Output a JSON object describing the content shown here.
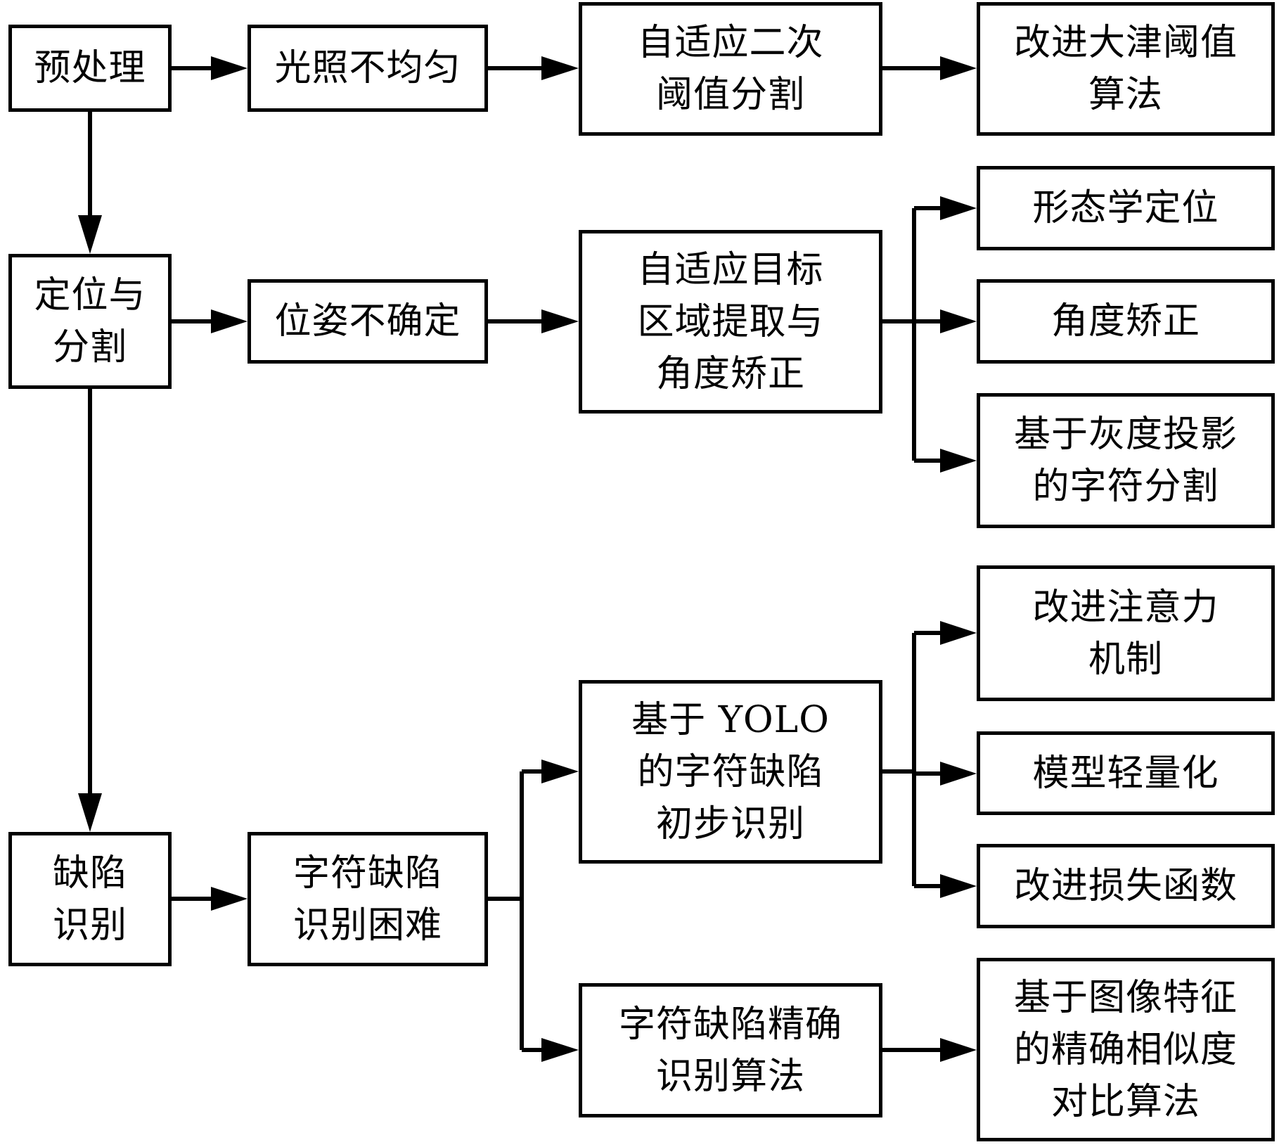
{
  "diagram": {
    "nodes": {
      "preprocess": [
        "预处理"
      ],
      "uneven_light": [
        "光照不均匀"
      ],
      "adaptive_threshold": [
        "自适应二次",
        "阈值分割"
      ],
      "improved_otsu": [
        "改进大津阈值",
        "算法"
      ],
      "locate_segment": [
        "定位与",
        "分割"
      ],
      "pose_uncertain": [
        "位姿不确定"
      ],
      "adaptive_roi": [
        "自适应目标",
        "区域提取与",
        "角度矫正"
      ],
      "morph_locate": [
        "形态学定位"
      ],
      "angle_correct": [
        "角度矫正"
      ],
      "gray_projection": [
        "基于灰度投影",
        "的字符分割"
      ],
      "defect_recog": [
        "缺陷",
        "识别"
      ],
      "defect_difficulty": [
        "字符缺陷",
        "识别困难"
      ],
      "yolo_recog": [
        "基于 YOLO",
        "的字符缺陷",
        "初步识别"
      ],
      "improved_attention": [
        "改进注意力",
        "机制"
      ],
      "model_lightweight": [
        "模型轻量化"
      ],
      "improved_loss": [
        "改进损失函数"
      ],
      "precise_algorithm": [
        "字符缺陷精确",
        "识别算法"
      ],
      "feature_similarity": [
        "基于图像特征",
        "的精确相似度",
        "对比算法"
      ]
    },
    "edges": [
      [
        "preprocess",
        "uneven_light"
      ],
      [
        "uneven_light",
        "adaptive_threshold"
      ],
      [
        "adaptive_threshold",
        "improved_otsu"
      ],
      [
        "preprocess",
        "locate_segment"
      ],
      [
        "locate_segment",
        "pose_uncertain"
      ],
      [
        "pose_uncertain",
        "adaptive_roi"
      ],
      [
        "adaptive_roi",
        "morph_locate"
      ],
      [
        "adaptive_roi",
        "angle_correct"
      ],
      [
        "adaptive_roi",
        "gray_projection"
      ],
      [
        "locate_segment",
        "defect_recog"
      ],
      [
        "defect_recog",
        "defect_difficulty"
      ],
      [
        "defect_difficulty",
        "yolo_recog"
      ],
      [
        "defect_difficulty",
        "precise_algorithm"
      ],
      [
        "yolo_recog",
        "improved_attention"
      ],
      [
        "yolo_recog",
        "model_lightweight"
      ],
      [
        "yolo_recog",
        "improved_loss"
      ],
      [
        "precise_algorithm",
        "feature_similarity"
      ]
    ]
  }
}
